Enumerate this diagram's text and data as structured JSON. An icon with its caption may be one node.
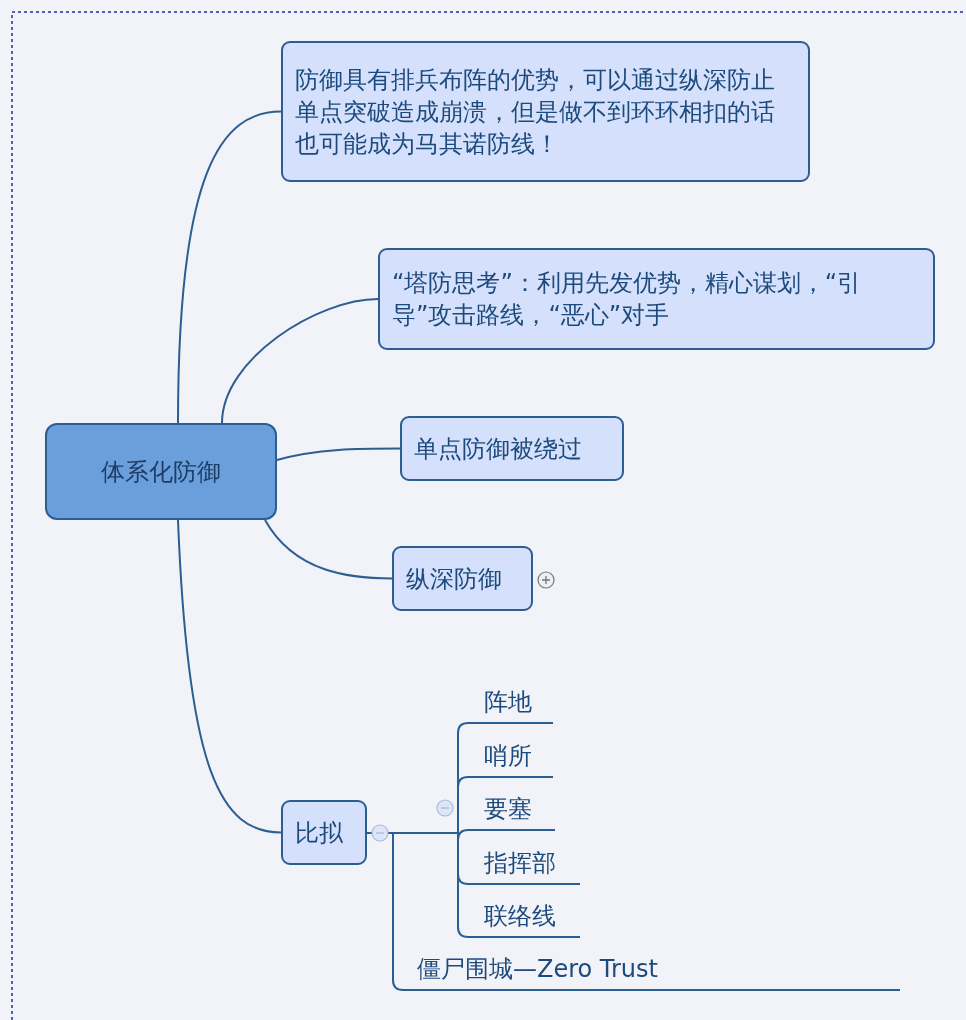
{
  "diagram": {
    "nodes": [
      {
        "text": [
          "体系化防御"
        ]
      },
      {
        "text": [
          "防御具有排兵布阵的优势，可以通过纵深防止单点突破造成崩溃，但是做不到环环相扣的话也可能成为马其诺防线！"
        ]
      },
      {
        "text": [
          "“塔防思考”：利用先发优势，精心谋划，“引导”攻击路线，“恶心”对手"
        ]
      },
      {
        "text": [
          "单点防御被绕过"
        ]
      },
      {
        "text": [
          "纵深防御"
        ]
      },
      {
        "text": [
          "比拟"
        ]
      },
      {
        "text": [
          "阵地"
        ]
      },
      {
        "text": [
          "哨所"
        ]
      },
      {
        "text": [
          "要塞"
        ]
      },
      {
        "text": [
          "指挥部"
        ]
      },
      {
        "text": [
          "联络线"
        ]
      },
      {
        "text": [
          "僵尸围城—Zero Trust"
        ]
      }
    ],
    "edges": [
      {
        "from": 0,
        "to": 1,
        "arrow": "none"
      },
      {
        "from": 0,
        "to": 2,
        "arrow": "none"
      },
      {
        "from": 0,
        "to": 3,
        "arrow": "none"
      },
      {
        "from": 0,
        "to": 4,
        "arrow": "none"
      },
      {
        "from": 0,
        "to": 5,
        "arrow": "none"
      },
      {
        "from": 5,
        "to": 6,
        "arrow": "none"
      },
      {
        "from": 5,
        "to": 7,
        "arrow": "none"
      },
      {
        "from": 5,
        "to": 8,
        "arrow": "none"
      },
      {
        "from": 5,
        "to": 9,
        "arrow": "none"
      },
      {
        "from": 5,
        "to": 10,
        "arrow": "none"
      },
      {
        "from": 5,
        "to": 11,
        "arrow": "none"
      }
    ]
  }
}
